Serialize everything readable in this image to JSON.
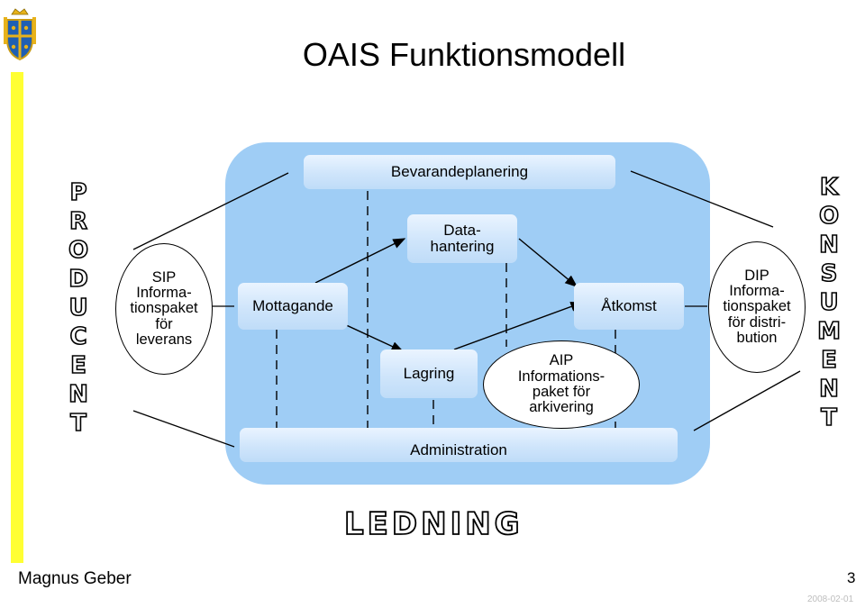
{
  "title": "OAIS Funktionsmodell",
  "producent_letters": [
    "P",
    "R",
    "O",
    "D",
    "U",
    "C",
    "E",
    "N",
    "T"
  ],
  "konsument_letters": [
    "K",
    "O",
    "N",
    "S",
    "U",
    "M",
    "E",
    "N",
    "T"
  ],
  "ledning": "LEDNING",
  "boxes": {
    "bevarandeplanering": "Bevarandeplanering",
    "datahantering_line1": "Data-",
    "datahantering_line2": "hantering",
    "mottagande": "Mottagande",
    "lagring": "Lagring",
    "atkomst": "Åtkomst",
    "administration": "Administration"
  },
  "sip": [
    "SIP",
    "Informa-",
    "tionspaket",
    "för",
    "leverans"
  ],
  "dip": [
    "DIP",
    "Informa-",
    "tionspaket",
    "för distri-",
    "bution"
  ],
  "aip": [
    "AIP",
    "Informations-",
    "paket för",
    "arkivering"
  ],
  "footer": {
    "author": "Magnus Geber",
    "page": "3",
    "date": "2008-02-01"
  },
  "colors": {
    "panel": "#9fcdf5",
    "accent_bar": "#ffff33"
  }
}
